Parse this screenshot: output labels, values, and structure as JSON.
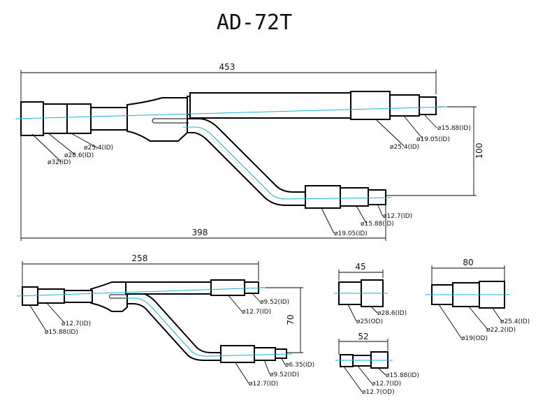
{
  "title": "AD-72T",
  "colors": {
    "outline": "#000000",
    "centerline": "#19b3d8"
  },
  "main": {
    "dim_total": "453",
    "dim_branch": "398",
    "dim_offset": "100",
    "labels": [
      "ø32(ID)",
      "ø28.6(ID)",
      "ø25.4(ID)",
      "ø25.4(ID)",
      "ø19.05(ID)",
      "ø15.88(ID)",
      "ø12.7(ID)",
      "ø15.88(ID)",
      "ø19.05(ID)"
    ]
  },
  "small": {
    "dim_total": "258",
    "dim_offset": "70",
    "labels": [
      "ø12.7(ID)",
      "ø15.88(ID)",
      "ø9.52(ID)",
      "ø12.7(ID)",
      "ø6.35(ID)",
      "ø9.52(ID)",
      "ø12.7(ID)"
    ]
  },
  "reducer45": {
    "dim": "45",
    "labels": [
      "ø28.6(ID)",
      "ø25(OD)"
    ]
  },
  "reducer80": {
    "dim": "80",
    "labels": [
      "ø25.4(ID)",
      "ø22.2(ID)",
      "ø19(OD)"
    ]
  },
  "reducer52": {
    "dim": "52",
    "labels": [
      "ø15.88(ID)",
      "ø12.7(ID)",
      "ø12.7(OD)"
    ]
  }
}
